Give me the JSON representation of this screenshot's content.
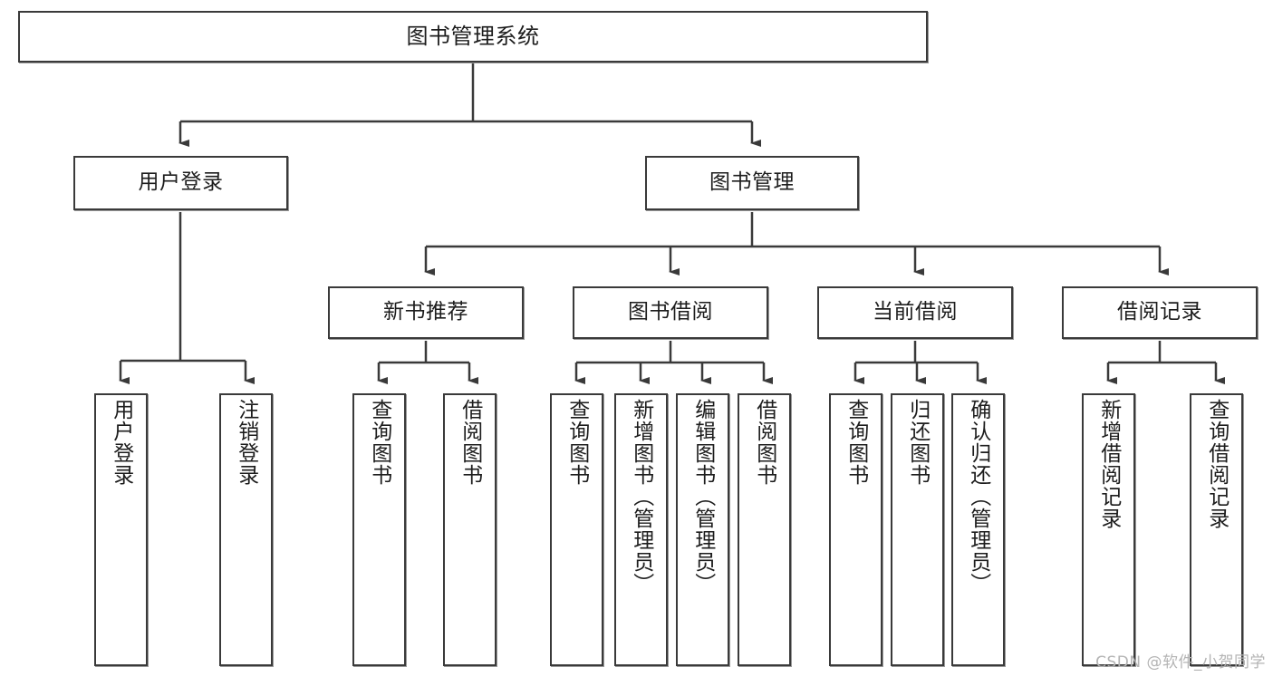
{
  "diagram": {
    "title": "图书管理系统",
    "watermark": "CSDN @软件_小贺同学",
    "accent_color": "#3a3a3a",
    "background_color": "#ffffff",
    "nodes": {
      "root": "图书管理系统",
      "level2": {
        "user_login": "用户登录",
        "book_manage": "图书管理"
      },
      "level3": {
        "new_book_recommend": "新书推荐",
        "book_borrow": "图书借阅",
        "current_borrow": "当前借阅",
        "borrow_record": "借阅记录"
      },
      "leaves": {
        "user_login_1": "用户登录",
        "user_login_2": "注销登录",
        "new_book_1": "查询图书",
        "new_book_2": "借阅图书",
        "book_borrow_1": "查询图书",
        "book_borrow_2": "新增图书（管理员）",
        "book_borrow_3": "编辑图书（管理员）",
        "book_borrow_4": "借阅图书",
        "current_borrow_1": "查询图书",
        "current_borrow_2": "归还图书",
        "current_borrow_3": "确认归还（管理员）",
        "borrow_record_1": "新增借阅记录",
        "borrow_record_2": "查询借阅记录"
      }
    }
  }
}
